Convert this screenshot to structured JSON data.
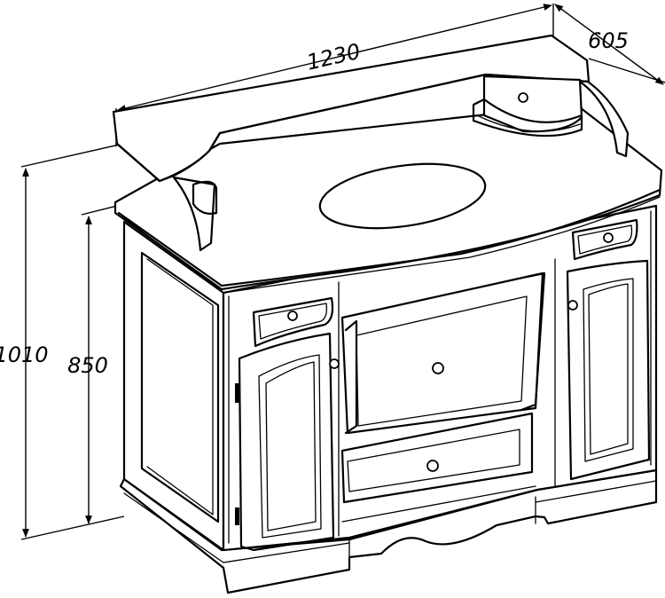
{
  "dimensions": {
    "width": "1230",
    "depth": "605",
    "total_height": "1010",
    "cabinet_height": "850"
  }
}
